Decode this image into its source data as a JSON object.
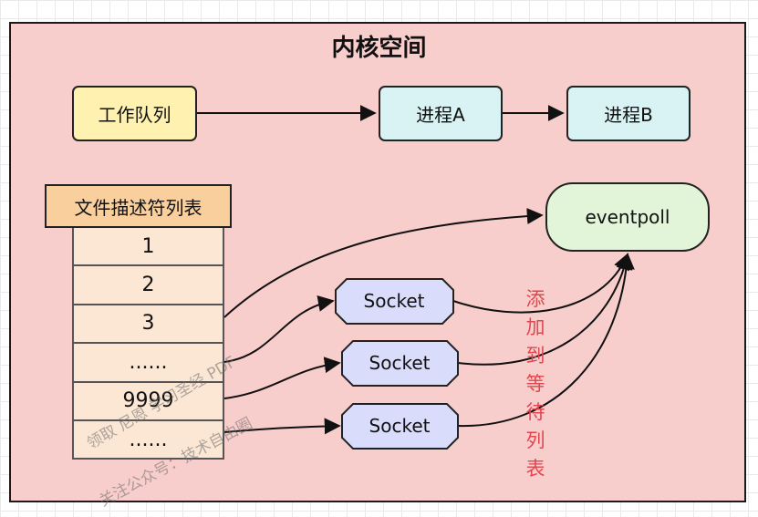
{
  "title": "内核空间",
  "work_queue": "工作队列",
  "process_a": "进程A",
  "process_b": "进程B",
  "fd_table": {
    "header": "文件描述符列表",
    "rows": [
      "1",
      "2",
      "3",
      "......",
      "9999",
      "......"
    ]
  },
  "eventpoll": "eventpoll",
  "sockets": [
    "Socket",
    "Socket",
    "Socket"
  ],
  "wait_list_chars": [
    "添",
    "加",
    "到",
    "等",
    "待",
    "列",
    "表"
  ],
  "watermark": {
    "line1": "领取 尼恩 学习圣经 PDF",
    "line2": "关注公众号：技术自由圈"
  },
  "colors": {
    "kernel_fill": "#f8cecc",
    "work_queue_fill": "#fff2b0",
    "process_fill": "#d9f2f3",
    "eventpoll_fill": "#e2f5d8",
    "socket_fill": "#dadcfc",
    "fd_header_fill": "#f9cf9e",
    "fd_row_fill": "#fce6d4",
    "annotation_text": "#e0464f"
  }
}
